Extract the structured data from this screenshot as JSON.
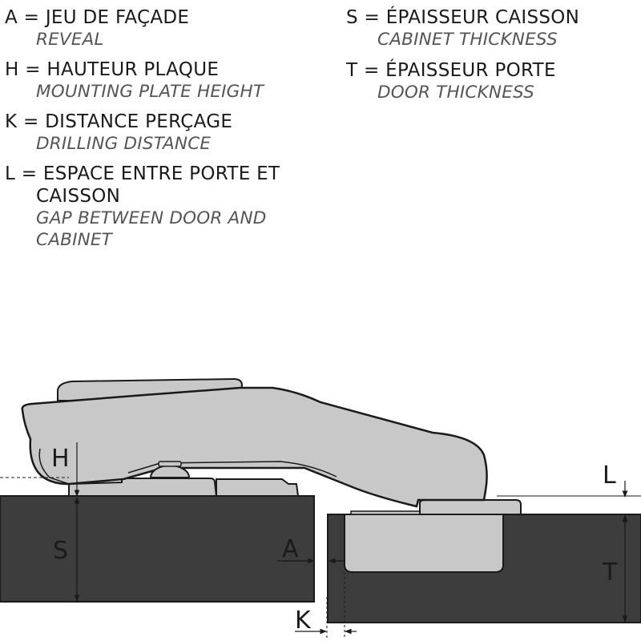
{
  "legend": {
    "A": {
      "term": "A = JEU DE FAÇADE",
      "translation": "REVEAL"
    },
    "H": {
      "term": "H = HAUTEUR PLAQUE",
      "translation": "MOUNTING PLATE HEIGHT"
    },
    "K": {
      "term": "K = DISTANCE PERÇAGE",
      "translation": "DRILLING DISTANCE"
    },
    "L": {
      "term": "L = ESPACE ENTRE PORTE ET CAISSON",
      "translation": "GAP BETWEEN DOOR AND CABINET"
    },
    "S": {
      "term": "S = ÉPAISSEUR CAISSON",
      "translation": "CABINET THICKNESS"
    },
    "T": {
      "term": "T = ÉPAISSEUR PORTE",
      "translation": "DOOR THICKNESS"
    }
  },
  "diagram": {
    "labels": {
      "H": "H",
      "L": "L",
      "S": "S",
      "A": "A",
      "T": "T",
      "K": "K"
    },
    "colors": {
      "panel": "#3d3d3d",
      "hinge_fill": "#c8c8c8",
      "hinge_stroke": "#1a1a1a",
      "dimension_line": "#1a1a1a"
    }
  }
}
